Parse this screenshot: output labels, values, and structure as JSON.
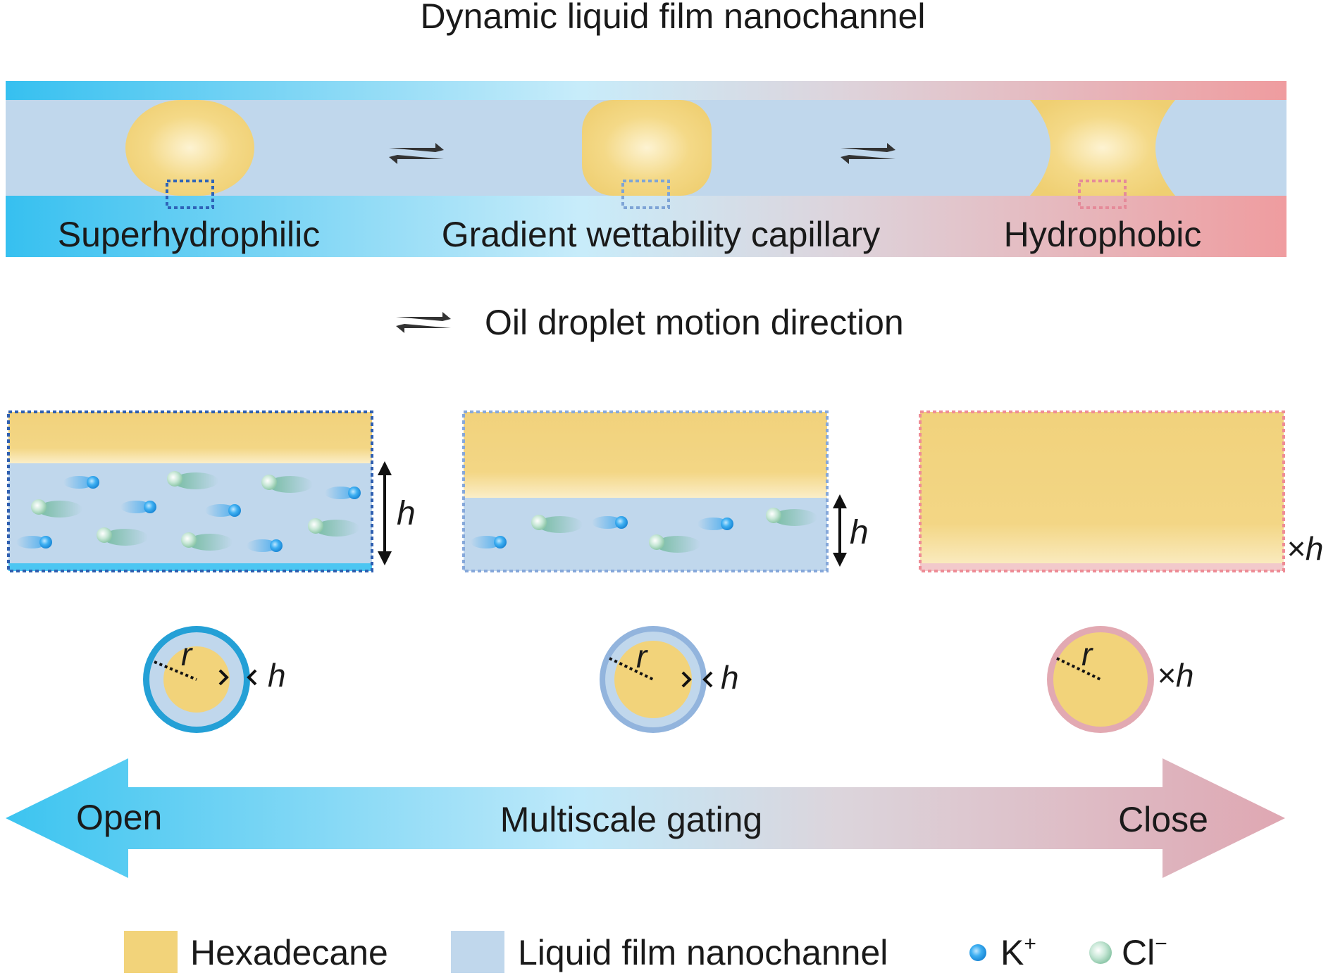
{
  "title": "Dynamic liquid film nanochannel",
  "capillary": {
    "left_label": "Superhydrophilic",
    "center_label": "Gradient wettability capillary",
    "right_label": "Hydrophobic"
  },
  "motion_legend": "Oil droplet motion direction",
  "symbols": {
    "h": "h",
    "r": "r",
    "closed_h": "×h"
  },
  "gating": {
    "left_label": "Open",
    "center_label": "Multiscale gating",
    "right_label": "Close"
  },
  "legend": {
    "hexadecane": "Hexadecane",
    "liquid_film": "Liquid film nanochannel",
    "k_ion": "K",
    "k_sup": "+",
    "cl_ion": "Cl",
    "cl_sup": "−"
  },
  "colors": {
    "hexadecane": "#f2d37a",
    "liquid_film": "#c0d7ec",
    "hydrophilic": "#3fc3ee",
    "hydrophobic": "#eea3a5",
    "k_ion": "#2aa0ea",
    "cl_ion": "#9fd4b8"
  }
}
